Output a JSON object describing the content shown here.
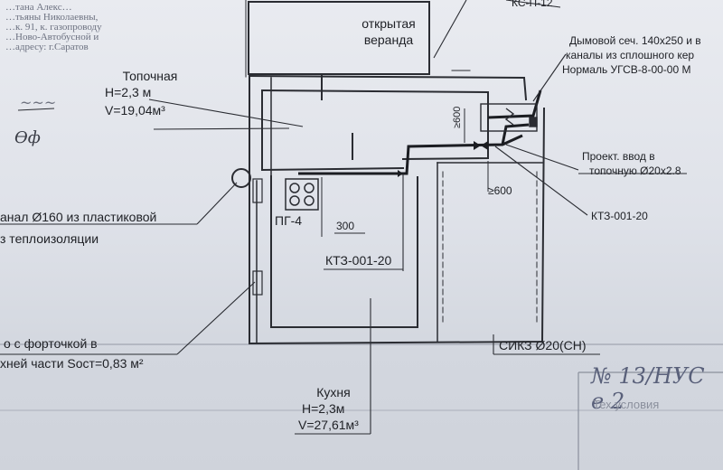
{
  "header_fragment": {
    "lines": [
      "…тана Алекс…",
      "…тьяны Николаевны,",
      "…к. 91, к. газопроводу",
      "…Ново-Автобусной и",
      "…адресу: г.Саратов"
    ]
  },
  "veranda": {
    "line1": "открытая",
    "line2": "веранда"
  },
  "boiler_room": {
    "name": "Топочная",
    "height": "H=2,3 м",
    "volume": "V=19,04м³"
  },
  "kitchen": {
    "name": "Кухня",
    "height": "H=2,3м",
    "volume": "V=27,61м³"
  },
  "top_right_fragment": "КС-П-12",
  "chimney_note": {
    "line1": "Дымовой сеч. 140х250 и в",
    "line2": "каналы из сплошного кер",
    "line3": "Нормаль УГСВ-8-00-00 М"
  },
  "inlet_note": {
    "line1": "Проект. ввод в",
    "line2": "топочную Ø20х2.8"
  },
  "boiler_labels": {
    "left": "КТЗ-001-20",
    "right": "КТЗ-001-20"
  },
  "stove_label": "ПГ-4",
  "dimensions": {
    "d300": "300",
    "d600_top": "≥600",
    "d600_bottom": "≥600"
  },
  "meter_label": "СИКЗ Ø20(СН)",
  "left_notes": {
    "channel_line1": "анал Ø160 из пластиковой",
    "channel_line2": "з теплоизоляции",
    "window_line1": "о с форточкой в",
    "window_line2": "хней части Sост=0,83 м²"
  },
  "stamp": {
    "handwritten": "№ 13/НУС е 2",
    "printed": "Тех.условия"
  },
  "handwriting": {
    "mark1": "~~~",
    "mark2": "Ѳф"
  }
}
